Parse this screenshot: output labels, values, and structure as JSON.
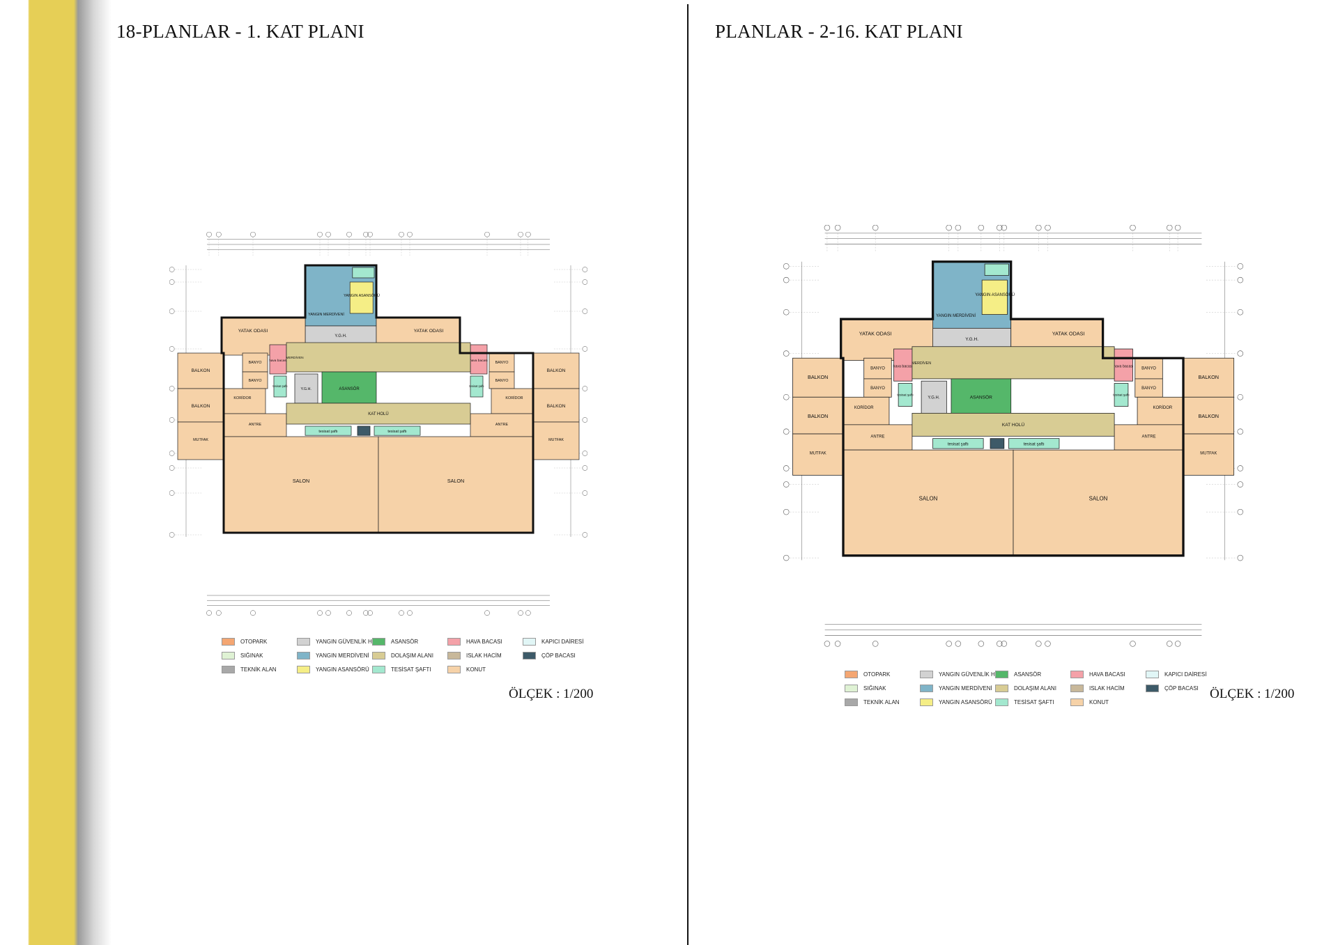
{
  "left": {
    "title": "18-PLANLAR - 1. KAT PLANI",
    "scale": "ÖLÇEK : 1/200"
  },
  "right": {
    "title": "PLANLAR -  2-16. KAT PLANI",
    "scale": "ÖLÇEK : 1/200"
  },
  "rooms": {
    "yangin_merdiveni": "YANGIN MERDİVENİ",
    "yangin_asansoru": "YANGIN ASANSÖRÜ",
    "ygh": "Y.G.H.",
    "yatak_odasi": "YATAK ODASI",
    "balkon": "BALKON",
    "banyo": "BANYO",
    "koridor": "KORİDOR",
    "hava_bacasi": "hava bacası",
    "merdiven": "MERDİVEN",
    "asansor": "ASANSÖR",
    "tesisat_safti_small": "tesisat şaftı",
    "antre": "ANTRE",
    "mutfak": "MUTFAK",
    "kat_holu": "KAT HOLÜ",
    "tesisat_safti": "tesisat şaftı",
    "salon": "SALON"
  },
  "legend": [
    {
      "label": "OTOPARK",
      "color": "#f4a672"
    },
    {
      "label": "YANGIN GÜVENLİK HOLÜ",
      "color": "#d2d2d2"
    },
    {
      "label": "ASANSÖR",
      "color": "#55b76a"
    },
    {
      "label": "HAVA BACASI",
      "color": "#f4a1a8"
    },
    {
      "label": "KAPICI DAİRESİ",
      "color": "#e1f6f6"
    },
    {
      "label": "SIĞINAK",
      "color": "#dff2d4"
    },
    {
      "label": "YANGIN MERDİVENİ",
      "color": "#7fb4c8"
    },
    {
      "label": "DOLAŞIM ALANI",
      "color": "#d8cc94"
    },
    {
      "label": "ISLAK HACİM",
      "color": "#c8b89a"
    },
    {
      "label": "ÇÖP BACASI",
      "color": "#3d5a68"
    },
    {
      "label": "TEKNİK ALAN",
      "color": "#a8a8a8"
    },
    {
      "label": "YANGIN ASANSÖRÜ",
      "color": "#f5ee86"
    },
    {
      "label": "TESİSAT ŞAFTI",
      "color": "#a3e8cf"
    },
    {
      "label": "KONUT",
      "color": "#f6d2a8"
    }
  ]
}
